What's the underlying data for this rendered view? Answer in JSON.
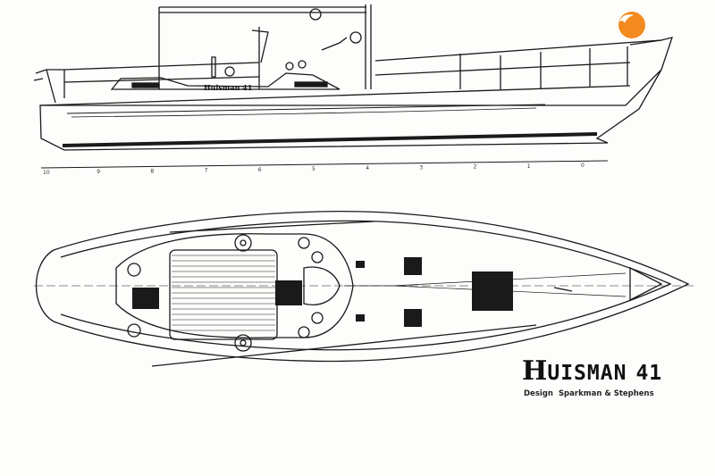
{
  "brand": {
    "initial": "H",
    "name": "UISMAN",
    "model": "41",
    "credit_label": "Design",
    "designer": "Sparkman & Stephens"
  },
  "side_profile": {
    "hull_name": "Huisman 41"
  },
  "station_marks": [
    "10",
    "9",
    "8",
    "7",
    "6",
    "5",
    "4",
    "3",
    "2",
    "1",
    "0"
  ],
  "colors": {
    "ink": "#1a1a1a",
    "paper": "#fdfdfb",
    "badge": "#f28a20"
  },
  "badge_icon": "bird-logo-icon"
}
